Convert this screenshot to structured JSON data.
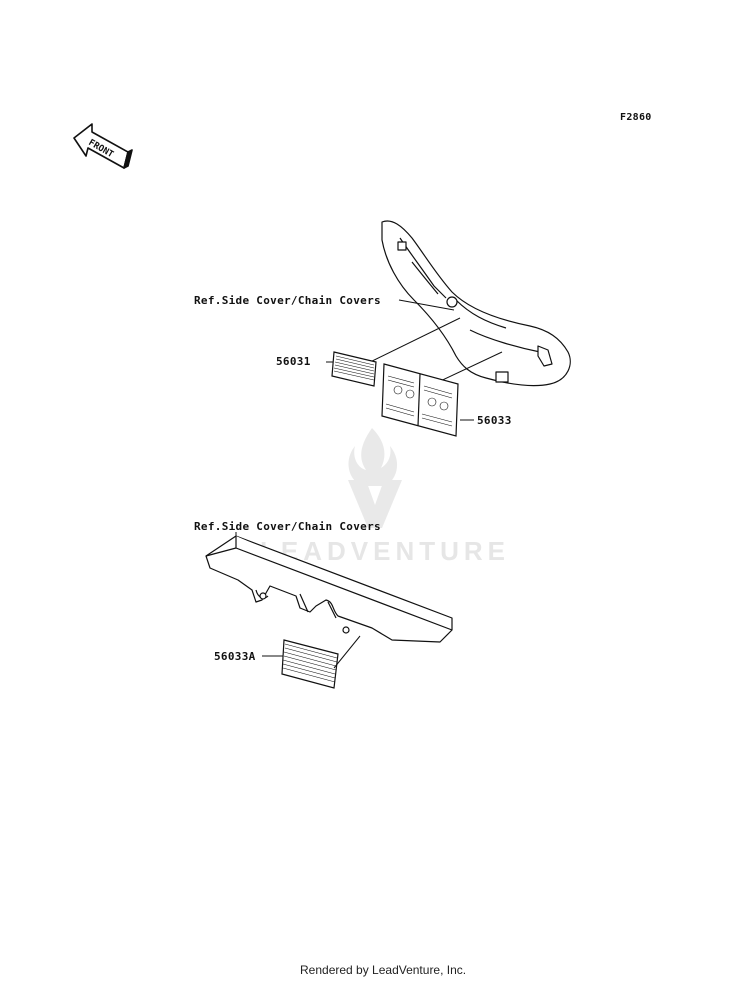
{
  "diagram": {
    "figure_code": "F2860",
    "front_arrow_text": "FRONT",
    "callouts": {
      "ref_upper": "Ref.Side Cover/Chain Covers",
      "part_56031": "56031",
      "part_56033": "56033",
      "ref_lower": "Ref.Side Cover/Chain Covers",
      "part_56033a": "56033A"
    },
    "watermark": "LEADVENTURE"
  },
  "footer": {
    "credit": "Rendered by LeadVenture, Inc."
  }
}
